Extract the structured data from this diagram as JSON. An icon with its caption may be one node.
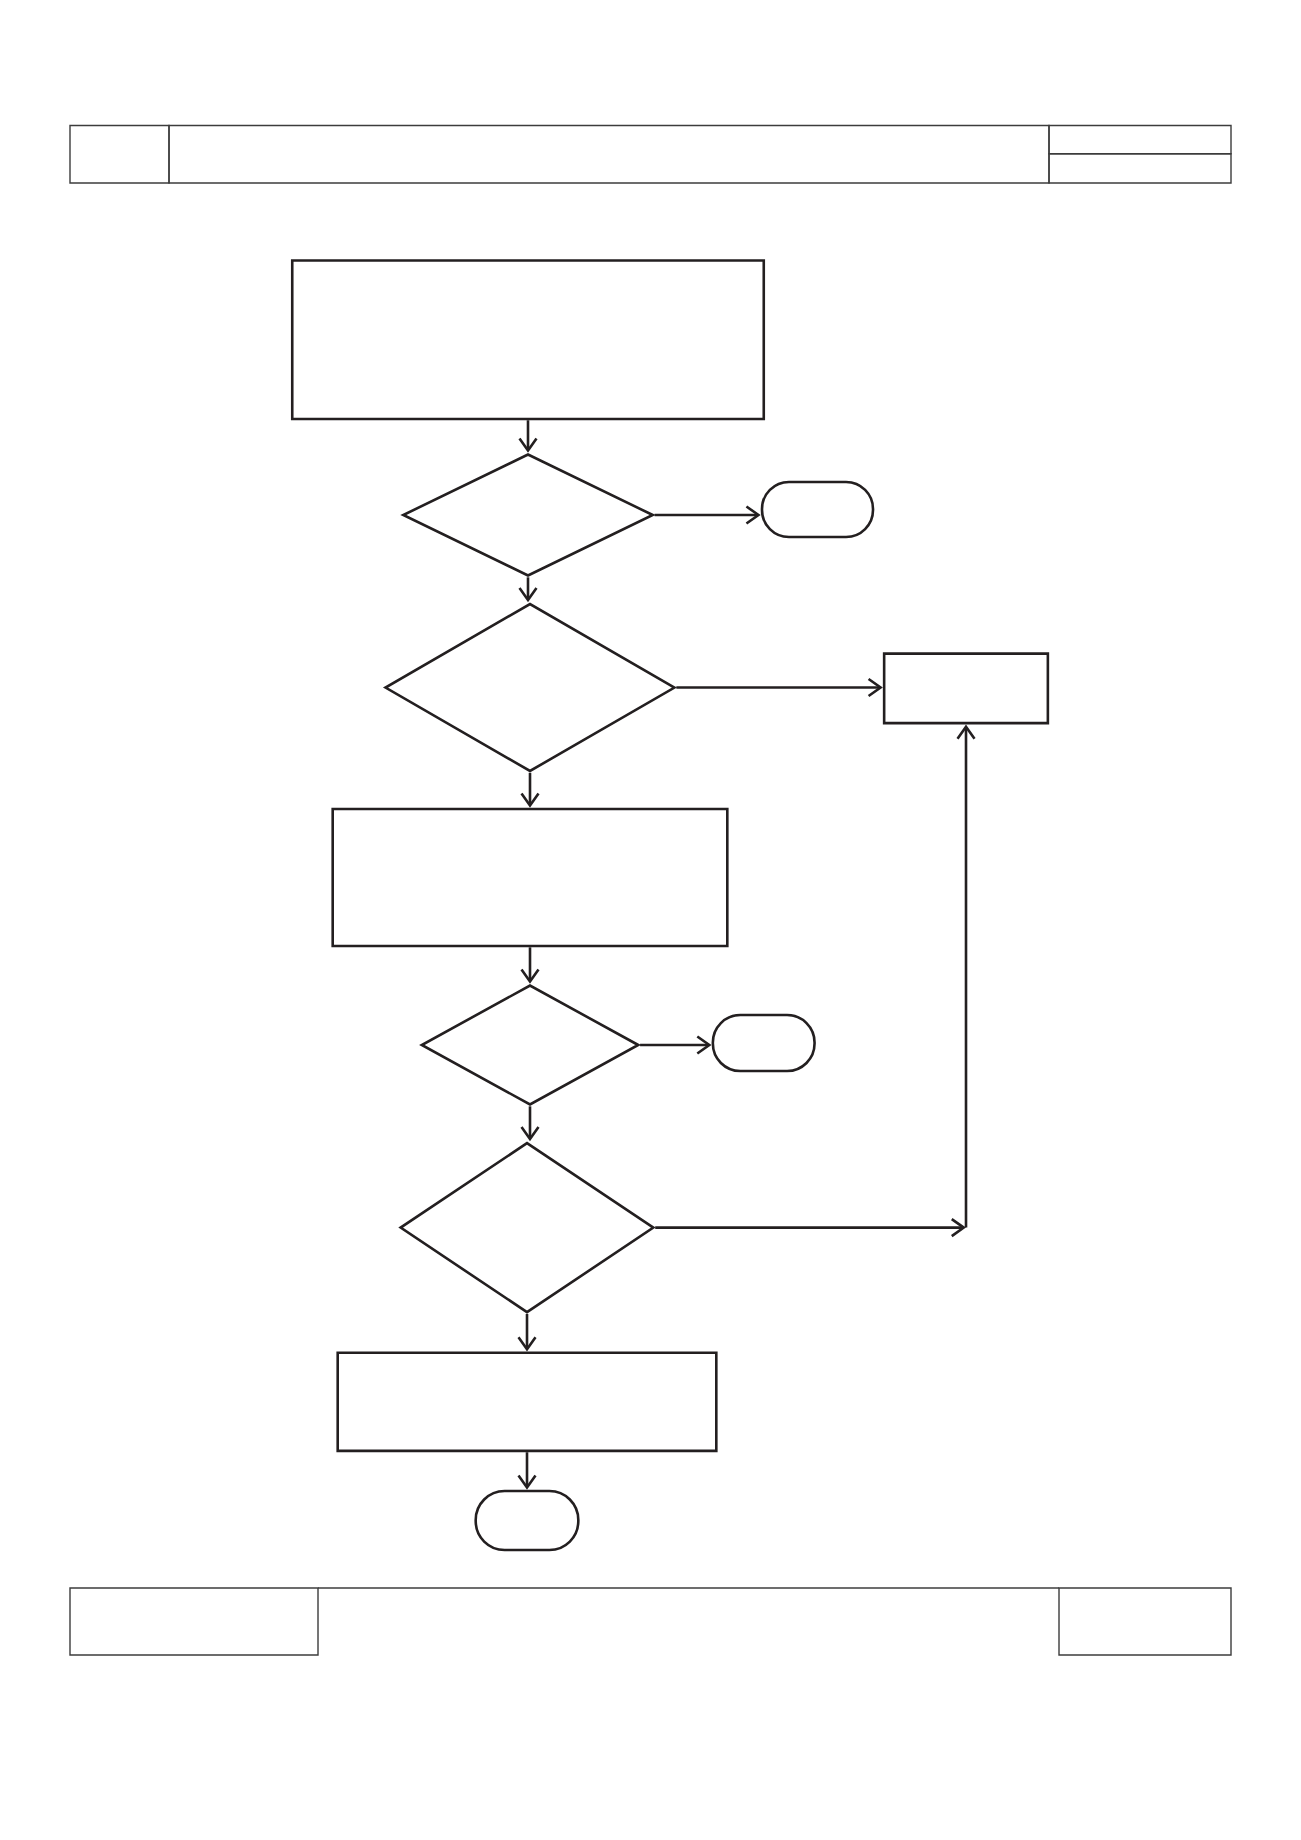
{
  "diagram": {
    "nodes": [
      {
        "text": [],
        "shape": "box"
      },
      {
        "text": [],
        "shape": "diamond"
      },
      {
        "text": [],
        "shape": "oval"
      },
      {
        "text": [],
        "shape": "diamond"
      },
      {
        "text": [],
        "shape": "box"
      },
      {
        "text": [],
        "shape": "box"
      },
      {
        "text": [],
        "shape": "diamond"
      },
      {
        "text": [],
        "shape": "oval"
      },
      {
        "text": [],
        "shape": "diamond"
      },
      {
        "text": [],
        "shape": "box"
      },
      {
        "text": [],
        "shape": "oval"
      }
    ],
    "edges": [
      {
        "from": 0,
        "to": 1,
        "arrow": "to"
      },
      {
        "from": 1,
        "to": 2,
        "arrow": "to"
      },
      {
        "from": 1,
        "to": 3,
        "arrow": "to"
      },
      {
        "from": 3,
        "to": 4,
        "arrow": "to"
      },
      {
        "from": 3,
        "to": 5,
        "arrow": "to"
      },
      {
        "from": 5,
        "to": 6,
        "arrow": "to"
      },
      {
        "from": 6,
        "to": 7,
        "arrow": "to"
      },
      {
        "from": 6,
        "to": 8,
        "arrow": "to"
      },
      {
        "from": 8,
        "to": 4,
        "arrow": "to"
      },
      {
        "from": 8,
        "to": 9,
        "arrow": "to"
      },
      {
        "from": 9,
        "to": 10,
        "arrow": "to"
      }
    ]
  }
}
